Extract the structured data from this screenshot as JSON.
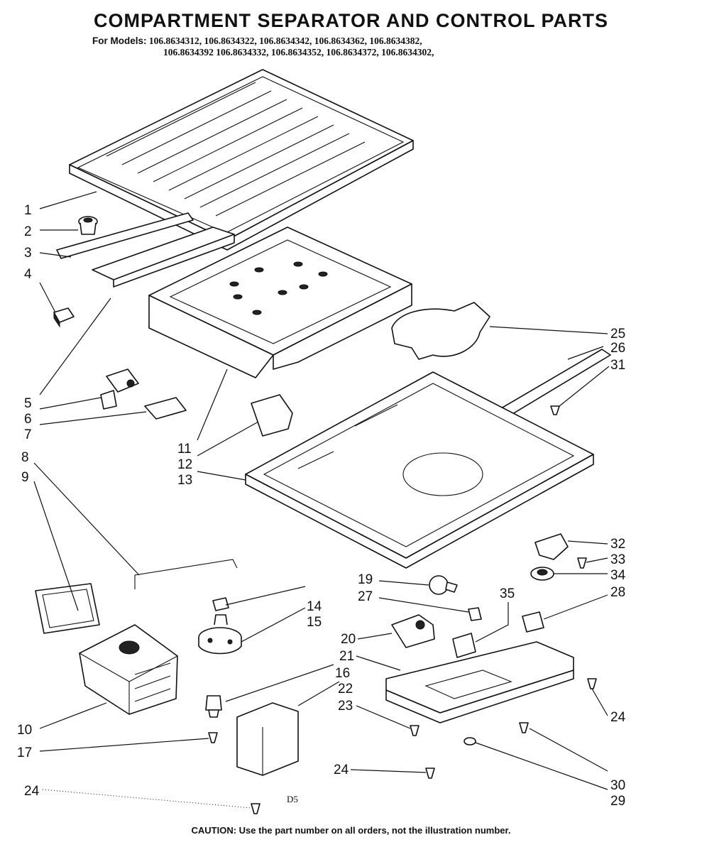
{
  "title": "COMPARTMENT SEPARATOR AND CONTROL PARTS",
  "models_label": "For Models:",
  "models_row1": "106.8634312,  106.8634322,  106.8634342,  106.8634362,  106.8634382,",
  "models_row2": "106.8634392   106.8634332,  106.8634352,  106.8634372,  106.8634302,",
  "diagram_code": "D5",
  "caution": "CAUTION: Use the part number on all orders, not the illustration number.",
  "callouts": [
    "1",
    "2",
    "3",
    "4",
    "5",
    "6",
    "7",
    "8",
    "9",
    "10",
    "11",
    "12",
    "13",
    "14",
    "15",
    "16",
    "17",
    "20",
    "21",
    "22",
    "23",
    "24",
    "24",
    "24",
    "25",
    "26",
    "31",
    "32",
    "33",
    "34",
    "19",
    "27",
    "35",
    "28",
    "30",
    "29"
  ]
}
